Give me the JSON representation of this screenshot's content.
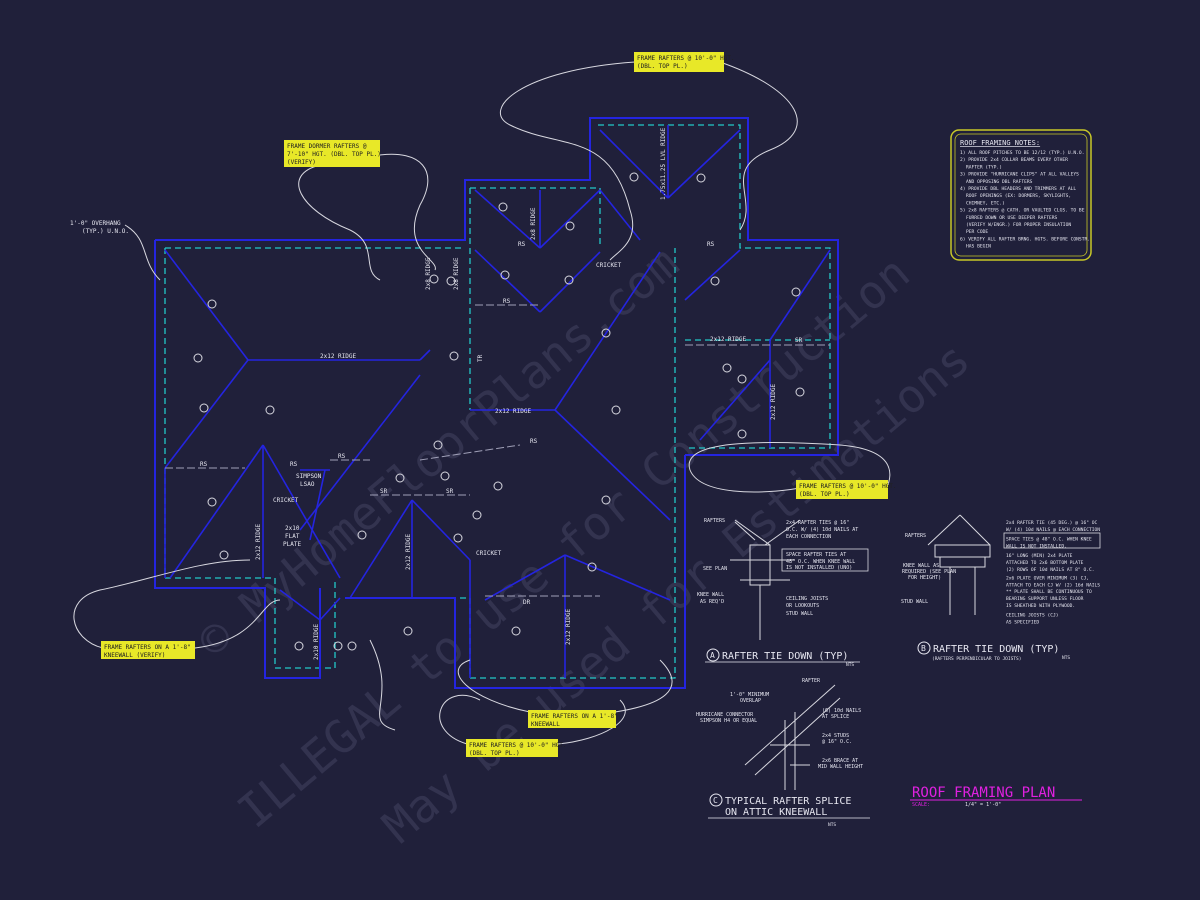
{
  "colors": {
    "background": "#20203a",
    "roof_outline": "#2424e0",
    "wall_dash": "#22c8c8",
    "text": "#e6e6f0",
    "callout_fill": "#e8e828",
    "callout_text": "#202020",
    "notes_border": "#c8c828",
    "title": "#e020e0",
    "leader": "#d8d8e0",
    "watermark": "#4a4a6a"
  },
  "title": {
    "main": "ROOF FRAMING PLAN",
    "scale_label": "SCALE:",
    "scale_value": "1/4\" = 1'-0\""
  },
  "notes": {
    "heading": "ROOF FRAMING NOTES:",
    "items": [
      "1) ALL ROOF PITCHES TO BE 12/12 (TYP.) U.N.O.",
      "2) PROVIDE 2x4 COLLAR BEAMS EVERY OTHER",
      "RAFTER (TYP.)",
      "3) PROVIDE \"HURRICANE CLIPS\" AT ALL VALLEYS",
      "AND OPPOSING DBL RAFTERS",
      "4) PROVIDE DBL HEADERS AND TRIMMERS AT ALL",
      "ROOF OPENINGS (EX: DORMERS, SKYLIGHTS,",
      "CHIMNEY, ETC.)",
      "5) 2x8 RAFTERS @ CATH. OR VAULTED CLGS. TO BE",
      "FURRED DOWN OR USE DEEPER RAFTERS",
      "(VERIFY W/ENGR.) FOR PROPER INSULATION",
      "PER CODE",
      "6) VERIFY ALL RAFTER BRNG. HGTS. BEFORE CONSTR.",
      "HAS BEGIN"
    ]
  },
  "callouts": {
    "top": [
      "FRAME RAFTERS @ 10'-0\" HGT.",
      "(DBL. TOP PL.)"
    ],
    "dormer": [
      "FRAME DORMER RAFTERS @",
      "7'-10\" HGT. (DBL. TOP PL.)",
      "(VERIFY)"
    ],
    "right": [
      "FRAME RAFTERS @ 10'-0\" HGT.",
      "(DBL. TOP PL.)"
    ],
    "kneewall_left": [
      "FRAME RAFTERS ON A 1'-8\"",
      "KNEEWALL (VERIFY)"
    ],
    "kneewall_bottom": [
      "FRAME RAFTERS ON A 1'-8\"",
      "KNEEWALL"
    ],
    "bottom": [
      "FRAME RAFTERS @ 10'-0\" HGT.",
      "(DBL. TOP PL.)"
    ]
  },
  "plan_labels": {
    "overhang": [
      "1'-0\" OVERHANG",
      "(TYP.) U.N.O."
    ],
    "ridge_main": "2x12 RIDGE",
    "ridge_center": "2x12 RIDGE",
    "ridge_right": "2x12 RIDGE",
    "ridge_dormer": "2x8 RIDGE",
    "ridge_lvl": "1.75x11.25 LVL RIDGE",
    "ridge_vert1": "2x12 RIDGE",
    "ridge_vert2": "2x12 RIDGE",
    "ridge_vert3": "2x12 RIDGE",
    "ridge_vert4": "2x10 RIDGE",
    "ridge_vert5": "2x12 RIDGE",
    "ridge_small": "2x8 RIDGE",
    "ridge_small2": "2x8 RIDGE",
    "cricket1": "CRICKET",
    "cricket2": "CRICKET",
    "cricket3": "CRICKET",
    "simpson": [
      "SIMPSON",
      "LSAO"
    ],
    "flat_plate": [
      "2x10",
      "FLAT",
      "PLATE"
    ],
    "rs": "RS",
    "sr": "SR",
    "dr": "DR",
    "tr": "TR"
  },
  "detail_a": {
    "title": "RAFTER TIE DOWN (TYP)",
    "letter": "A",
    "nts": "NTS",
    "labels": [
      "RAFTERS",
      "SEE PLAN",
      "KNEE WALL",
      "AS REQ'D",
      "CEILING JOISTS",
      "OR LOOKOUTS",
      "STUD WALL"
    ],
    "notes": [
      "2x4 RAFTER TIES @ 16\"",
      "O.C. W/ (4) 10d NAILS AT",
      "EACH CONNECTION",
      "SPACE RAFTER TIES AT",
      "48\" O.C. WHEN KNEE WALL",
      "IS NOT INSTALLED (UNO)"
    ]
  },
  "detail_b": {
    "title": "RAFTER TIE DOWN (TYP)",
    "letter": "B",
    "subtitle": "(RAFTERS PERPENDICULAR TO JOISTS)",
    "nts": "NTS",
    "labels": [
      "RAFTERS",
      "KNEE WALL AS",
      "REQUIRED (SEE PLAN",
      "FOR HEIGHT)",
      "STUD WALL"
    ],
    "notes": [
      "2x4 RAFTER TIE (45 DEG.) @ 16\" OC",
      "W/ (4) 10d NAILS @ EACH CONNECTION",
      "SPACE TIES @ 48\" O.C. WHEN KNEE",
      "WALL IS NOT INSTALLED.",
      "16\" LONG (MIN) 2x4 PLATE",
      "ATTACHED TO 2x6 BOTTOM PLATE",
      "(2) ROWS OF 10d NAILS AT 8\" O.C.",
      "2x6 PLATE OVER MINIMUM (3) CJ,",
      "ATTACH TO EACH CJ W/ (2) 16d NAILS",
      "** PLATE SHALL BE CONTINUOUS TO",
      "BEARING SUPPORT UNLESS FLOOR",
      "IS SHEATHED WITH PLYWOOD.",
      "CEILING JOISTS (CJ)",
      "AS SPECIFIED"
    ]
  },
  "detail_c": {
    "title_line1": "TYPICAL RAFTER SPLICE",
    "title_line2": "ON ATTIC KNEEWALL",
    "letter": "C",
    "nts": "NTS",
    "labels": [
      "RAFTER",
      "1'-0\" MINIMUM",
      "OVERLAP",
      "HURRICANE CONNECTOR",
      "SIMPSON H4 OR EQUAL",
      "(6) 10d NAILS",
      "AT SPLICE",
      "2x4 STUDS",
      "@ 16\" O.C.",
      "2x6 BRACE AT",
      "MID WALL HEIGHT"
    ]
  },
  "watermark": {
    "line1": "© MyHomeFloorPlans.com",
    "line2": "ILLEGAL to use for Construction",
    "line3": "May be used for Estimations"
  }
}
